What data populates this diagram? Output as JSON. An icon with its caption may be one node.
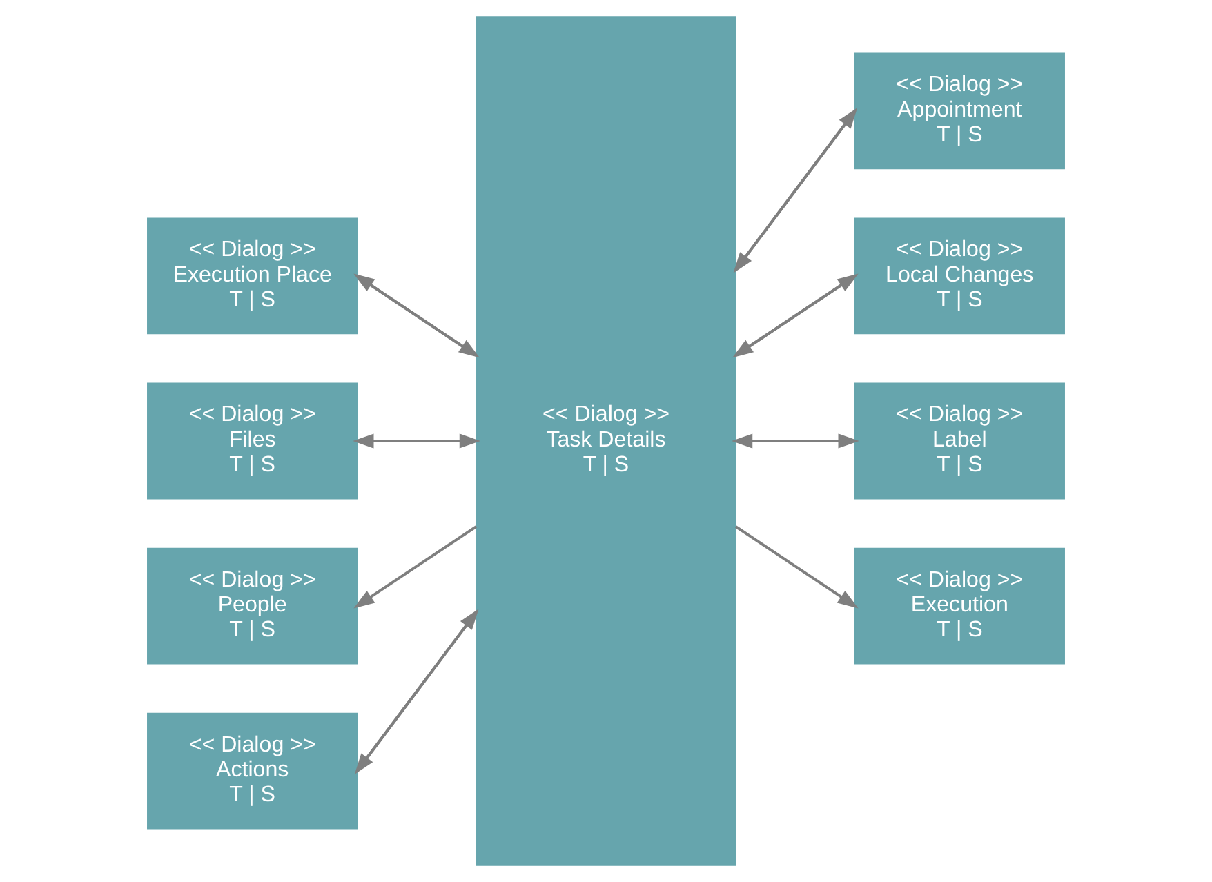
{
  "diagram": {
    "nodes": [
      {
        "text": [
          "<< Dialog >>",
          "Execution Place",
          "T | S"
        ]
      },
      {
        "text": [
          "<< Dialog >>",
          "Task Details",
          "T | S"
        ]
      },
      {
        "text": [
          "<< Dialog >>",
          "Appointment",
          "T | S"
        ]
      },
      {
        "text": [
          "<< Dialog >>",
          "Files",
          "T | S"
        ]
      },
      {
        "text": [
          "<< Dialog >>",
          "Local Changes",
          "T | S"
        ]
      },
      {
        "text": [
          "<< Dialog >>",
          "People",
          "T | S"
        ]
      },
      {
        "text": [
          "<< Dialog >>",
          "Label",
          "T | S"
        ]
      },
      {
        "text": [
          "<< Dialog >>",
          "Actions",
          "T | S"
        ]
      },
      {
        "text": [
          "<< Dialog >>",
          "Execution",
          "T | S"
        ]
      }
    ],
    "edges": [
      {
        "from": 1,
        "to": 0,
        "arrow": "to"
      },
      {
        "from": 0,
        "to": 1,
        "arrow": "to"
      },
      {
        "from": 2,
        "to": 1,
        "arrow": "to"
      },
      {
        "from": 1,
        "to": 2,
        "arrow": "to"
      },
      {
        "from": 1,
        "to": 3,
        "arrow": "to"
      },
      {
        "from": 3,
        "to": 1,
        "arrow": "to"
      },
      {
        "from": 4,
        "to": 1,
        "arrow": "to"
      },
      {
        "from": 1,
        "to": 4,
        "arrow": "to"
      },
      {
        "from": 1,
        "to": 5,
        "arrow": "to"
      },
      {
        "from": 6,
        "to": 1,
        "arrow": "to"
      },
      {
        "from": 1,
        "to": 6,
        "arrow": "to"
      },
      {
        "from": 1,
        "to": 7,
        "arrow": "to"
      },
      {
        "from": 7,
        "to": 1,
        "arrow": "to"
      },
      {
        "from": 1,
        "to": 8,
        "arrow": "to"
      }
    ]
  }
}
